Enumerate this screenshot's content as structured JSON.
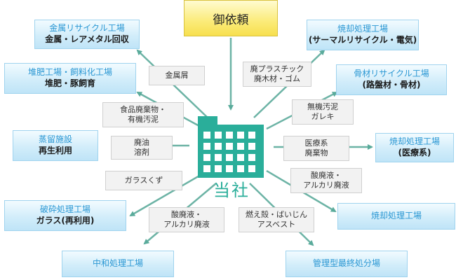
{
  "top": {
    "label": "御依頼"
  },
  "center": {
    "label": "当社"
  },
  "facilities": [
    {
      "id": "metal",
      "line1": "金属リサイクル工場",
      "line2": "金属・レアメタル回収"
    },
    {
      "id": "compost",
      "line1": "堆肥工場・飼料化工場",
      "line2": "堆肥・豚飼育"
    },
    {
      "id": "distill",
      "line1": "蒸留施設",
      "line2": "再生利用"
    },
    {
      "id": "crush",
      "line1": "破砕処理工場",
      "line2": "ガラス(再利用)"
    },
    {
      "id": "neutral",
      "line1": "中和処理工場",
      "line2": ""
    },
    {
      "id": "incin-thermal",
      "line1": "焼却処理工場",
      "line2": "(サーマルリサイクル・電気)"
    },
    {
      "id": "aggregate",
      "line1": "骨材リサイクル工場",
      "line2": "(路盤材・骨材)"
    },
    {
      "id": "incin-medical",
      "line1": "焼却処理工場",
      "line2": "(医療系)"
    },
    {
      "id": "incin",
      "line1": "焼却処理工場",
      "line2": ""
    },
    {
      "id": "landfill",
      "line1": "管理型最終処分場",
      "line2": ""
    }
  ],
  "waste_labels": [
    {
      "id": "scrap-metal",
      "line1": "金属屑",
      "line2": ""
    },
    {
      "id": "food",
      "line1": "食品廃棄物・",
      "line2": "有機汚泥"
    },
    {
      "id": "oil",
      "line1": "廃油",
      "line2": "溶剤"
    },
    {
      "id": "glass",
      "line1": "ガラスくず",
      "line2": ""
    },
    {
      "id": "acid-left",
      "line1": "酸廃液・",
      "line2": "アルカリ廃液"
    },
    {
      "id": "plastic",
      "line1": "廃プラスチック",
      "line2": "廃木材・ゴム"
    },
    {
      "id": "inorganic",
      "line1": "無機汚泥",
      "line2": "ガレキ"
    },
    {
      "id": "medical",
      "line1": "医療系",
      "line2": "廃棄物"
    },
    {
      "id": "acid-right",
      "line1": "酸廃液・",
      "line2": "アルカリ廃液"
    },
    {
      "id": "ash",
      "line1": "燃え殻・ばいじん",
      "line2": "アスベスト"
    }
  ],
  "colors": {
    "arrow": "#5aab9b",
    "building": "#2aae9a",
    "facility_title": "#2a97d3"
  }
}
